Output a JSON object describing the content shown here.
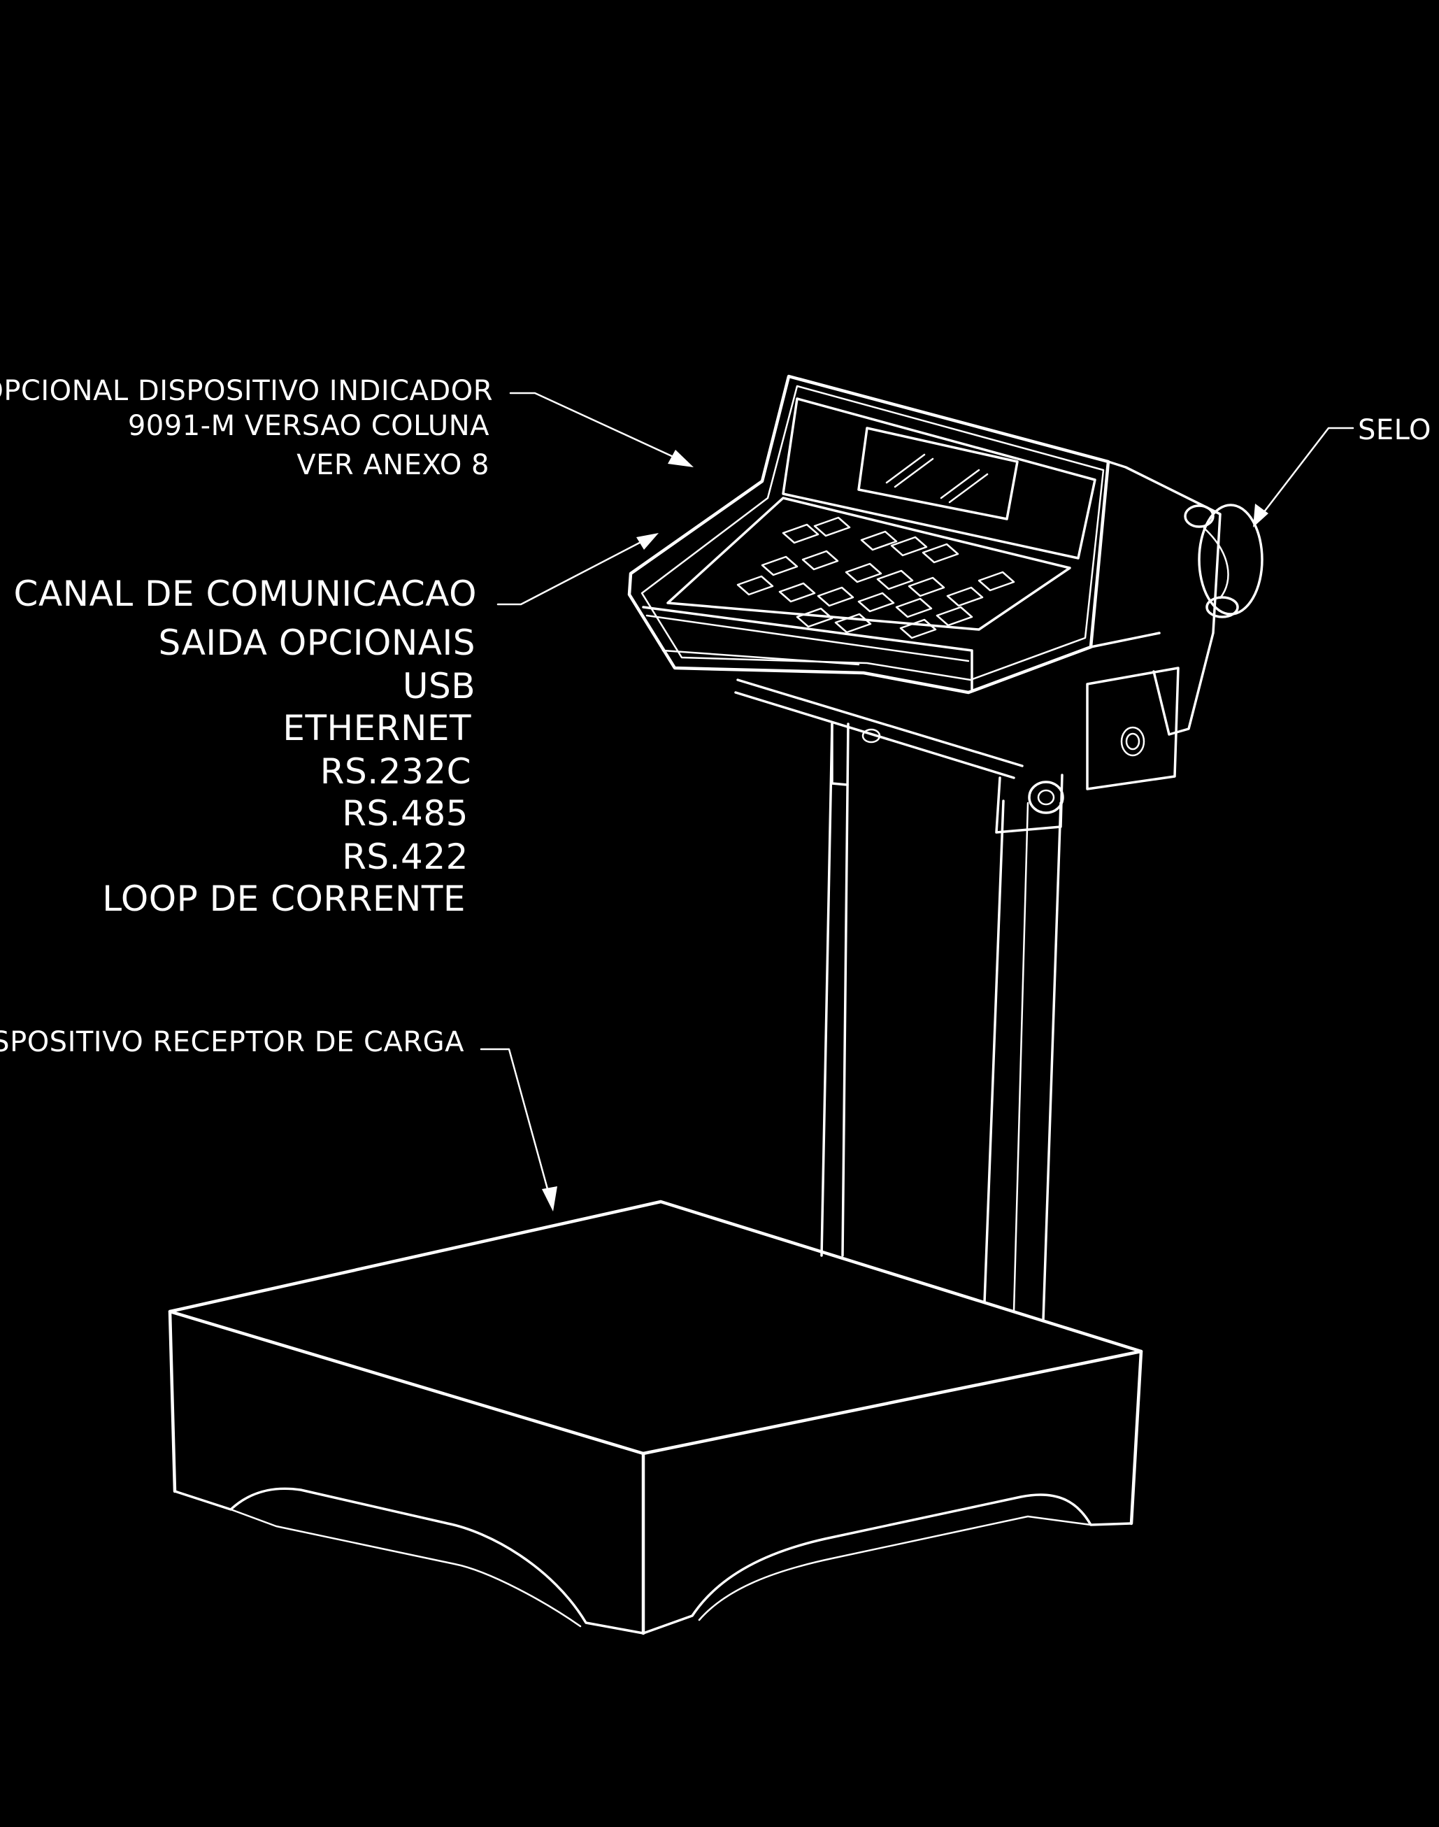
{
  "labels": {
    "indicator": {
      "line1": "OPCIONAL DISPOSITIVO INDICADOR",
      "line2": "9091-M VERSAO COLUNA",
      "line3": "VER ANEXO 8"
    },
    "communication": {
      "title": "CANAL DE COMUNICACAO",
      "subtitle": "SAIDA OPCIONAIS",
      "options": [
        "USB",
        "ETHERNET",
        "RS.232C",
        "RS.485",
        "RS.422",
        "LOOP DE CORRENTE"
      ]
    },
    "receiver": "DISPOSITIVO RECEPTOR DE CARGA",
    "seal": "SELO"
  },
  "colors": {
    "background": "#000000",
    "line": "#ffffff"
  }
}
